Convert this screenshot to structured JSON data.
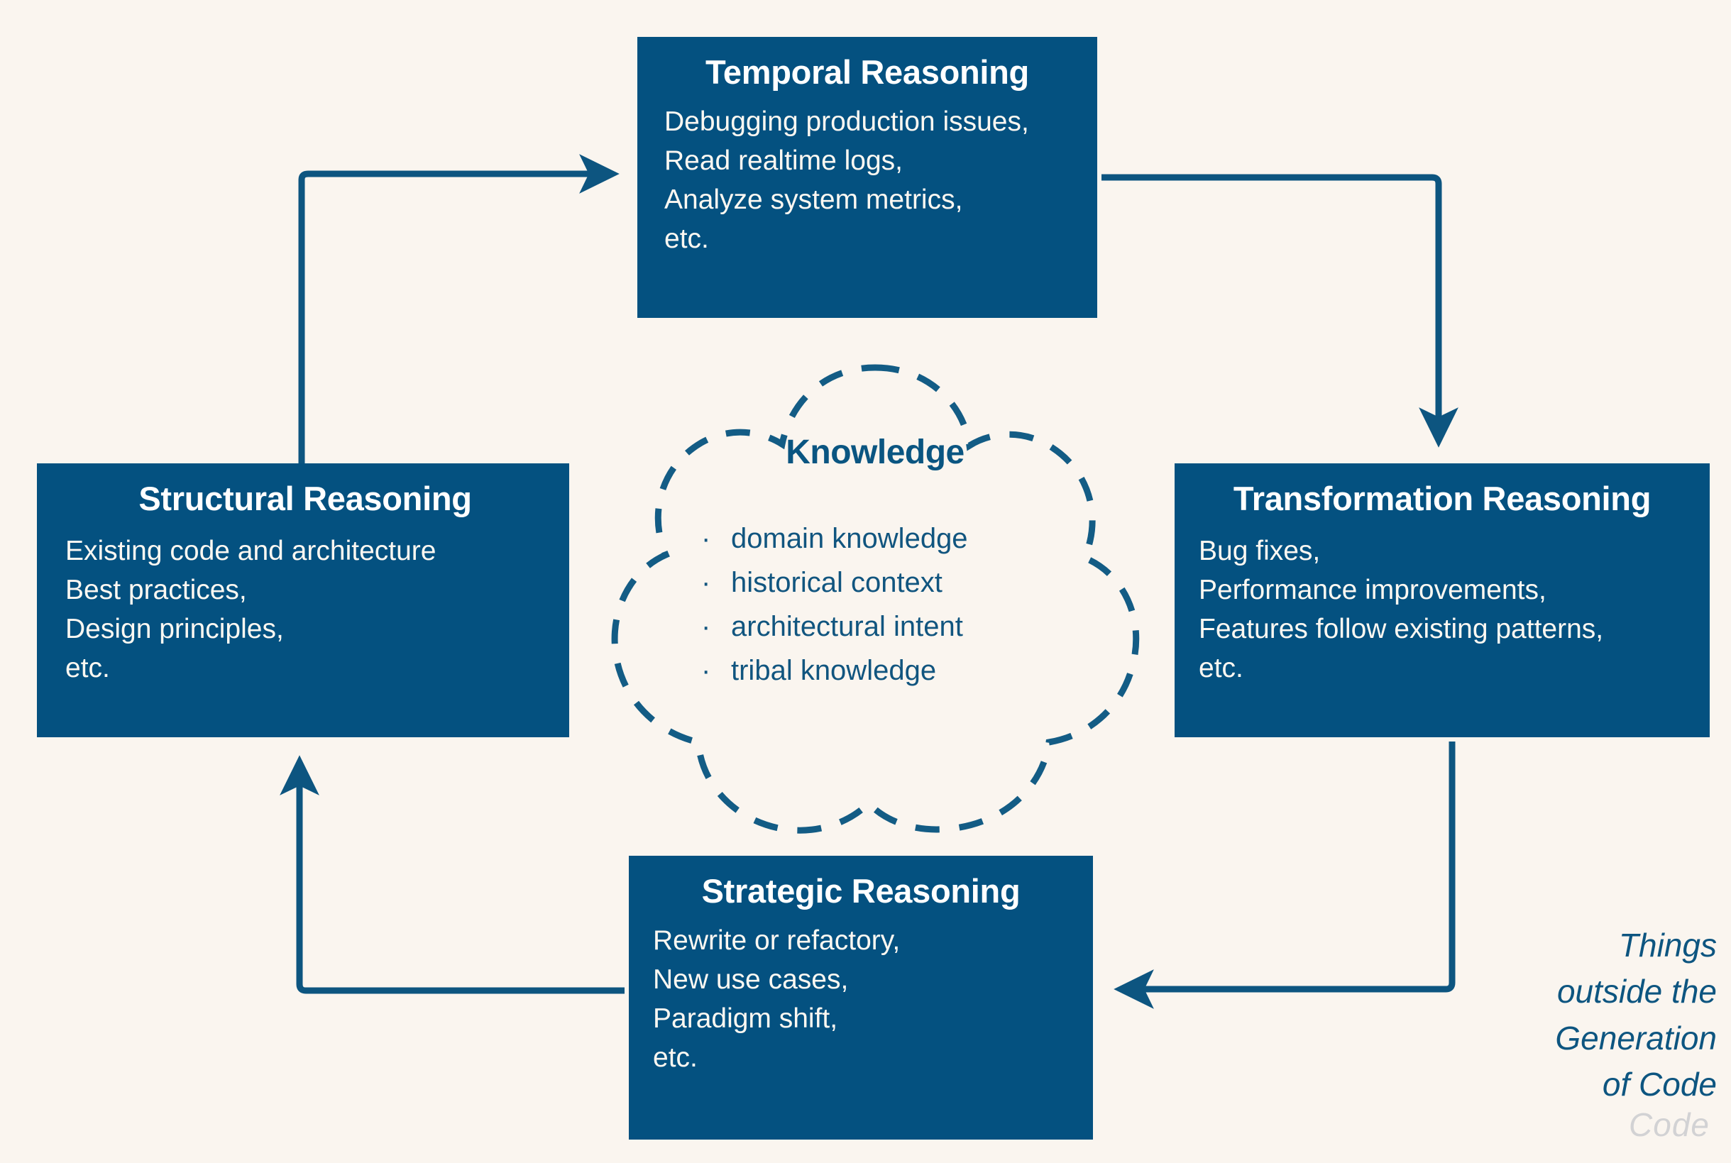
{
  "theme": {
    "background": "#faf5ef",
    "box_fill": "#045180",
    "box_text": "#fdf8f2",
    "accent": "#0d5580",
    "arrow": "#0d5580",
    "cloud_stroke": "#135c85"
  },
  "nodes": {
    "temporal": {
      "title": "Temporal Reasoning",
      "lines": [
        "Debugging production issues,",
        "Read realtime logs,",
        "Analyze system metrics,",
        "etc."
      ]
    },
    "structural": {
      "title": "Structural Reasoning",
      "lines": [
        "Existing code and architecture",
        "Best practices,",
        "Design principles,",
        "etc."
      ]
    },
    "transformation": {
      "title": "Transformation Reasoning",
      "lines": [
        "Bug fixes,",
        "Performance improvements,",
        "Features follow existing patterns,",
        "etc."
      ]
    },
    "strategic": {
      "title": "Strategic Reasoning",
      "lines": [
        "Rewrite or refactory,",
        "New use cases,",
        "Paradigm shift,",
        "etc."
      ]
    }
  },
  "cloud": {
    "title": "Knowledge",
    "bullet_glyph": "·",
    "items": [
      "domain knowledge",
      "historical context",
      "architectural intent",
      "tribal knowledge"
    ]
  },
  "caption": {
    "lines": [
      "Things",
      "outside the",
      "Generation",
      "of Code"
    ],
    "watermark": "Code"
  }
}
